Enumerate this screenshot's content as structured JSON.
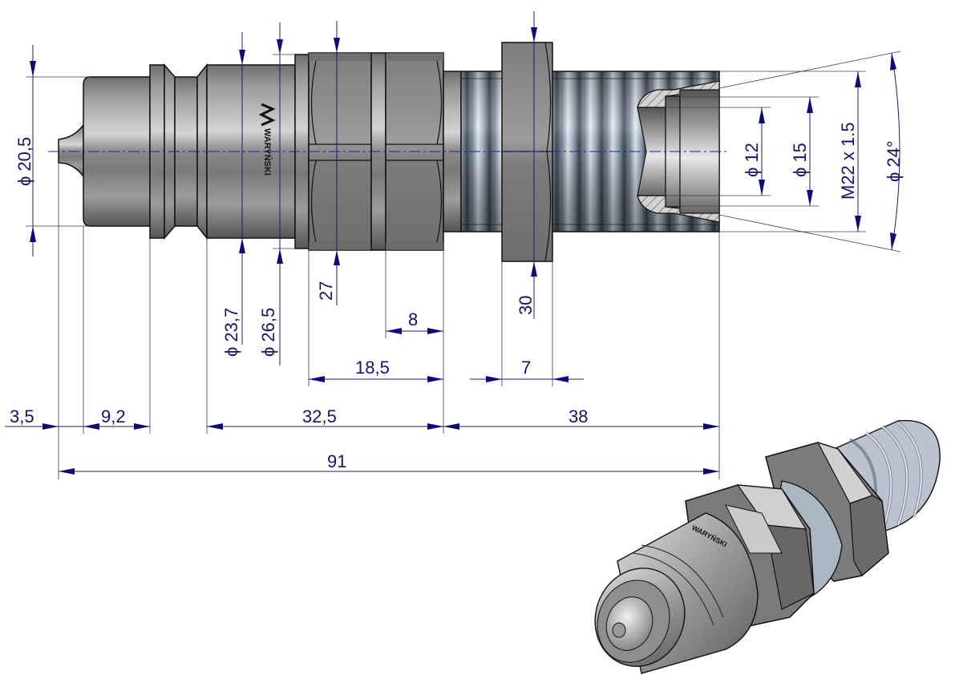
{
  "drawing": {
    "title": "Hydraulic quick coupler plug with bulkhead nut — technical drawing",
    "brand_marking": "WARYŃSKI",
    "units": "mm",
    "colors": {
      "dimension": "#13136b",
      "steel_light": "#c8c8c8",
      "steel_dark": "#5a5a5a",
      "hex_nut": "#8c8c8c",
      "thread_blue": "#a9b8c8",
      "hatch": "#d0d0d0"
    },
    "diameters": {
      "d_20_5": "ϕ 20,5",
      "d_23_7": "ϕ 23,7",
      "d_26_5": "ϕ 26,5",
      "d_12": "ϕ 12",
      "d_15": "ϕ 15",
      "thread": "M22 x 1.5",
      "cone_angle": "ϕ 24°"
    },
    "hex_sizes": {
      "hex_27": "27",
      "hex_30": "30"
    },
    "lengths": {
      "l_3_5": "3,5",
      "l_9_2": "9,2",
      "l_32_5": "32,5",
      "l_38": "38",
      "l_91": "91",
      "l_18_5": "18,5",
      "l_8": "8",
      "l_7": "7"
    }
  }
}
